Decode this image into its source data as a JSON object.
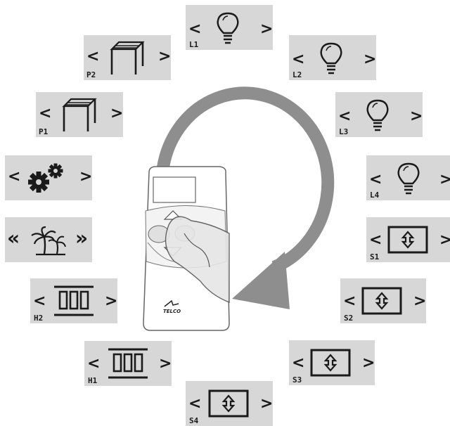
{
  "nav": {
    "prev": "<",
    "next": ">",
    "prev_fast": "«",
    "next_fast": "»"
  },
  "tiles": {
    "L1": {
      "label": "L1",
      "icon": "light-bulb-icon"
    },
    "L2": {
      "label": "L2",
      "icon": "light-bulb-icon"
    },
    "L3": {
      "label": "L3",
      "icon": "light-bulb-icon"
    },
    "L4": {
      "label": "L4",
      "icon": "light-bulb-icon"
    },
    "S1": {
      "label": "S1",
      "icon": "shutter-updown-icon"
    },
    "S2": {
      "label": "S2",
      "icon": "shutter-updown-icon"
    },
    "S3": {
      "label": "S3",
      "icon": "shutter-updown-icon"
    },
    "S4": {
      "label": "S4",
      "icon": "shutter-updown-icon"
    },
    "H1": {
      "label": "H1",
      "icon": "heater-icon"
    },
    "H2": {
      "label": "H2",
      "icon": "heater-icon"
    },
    "P1": {
      "label": "P1",
      "icon": "pergola-icon"
    },
    "P2": {
      "label": "P2",
      "icon": "pergola-icon"
    },
    "settings": {
      "label": "",
      "icon": "gears-icon"
    },
    "holiday": {
      "label": "",
      "icon": "palm-trees-icon"
    }
  },
  "remote": {
    "brand": "TELCO"
  },
  "colors": {
    "tile_bg": "#d7d7d7",
    "arrow": "#8e8e8e",
    "ink": "#1a1a1a"
  }
}
